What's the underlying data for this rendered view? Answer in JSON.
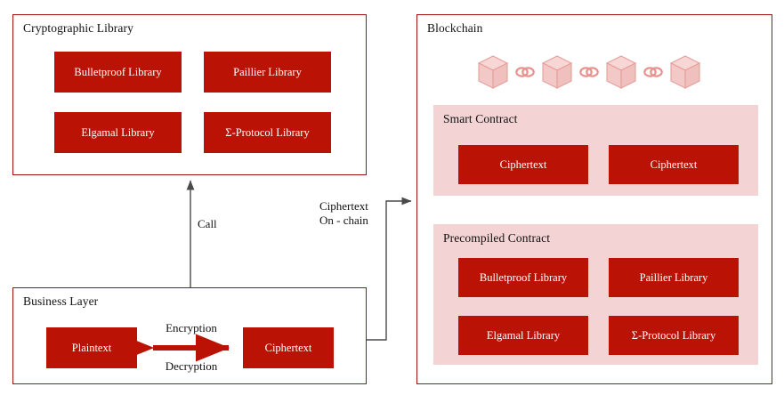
{
  "diagram": {
    "title": "Cryptographic library / blockchain architecture",
    "colors": {
      "box_red": "#BA1306",
      "panel_border": "#A01310",
      "pink_panel": "#F3D3D3",
      "cube_fill": "#F4CDCB",
      "cube_stroke": "#E79E9B",
      "arrow_dark": "#4A4A4A",
      "arrow_red": "#BA1306",
      "text_dark": "#111111",
      "text_light": "#FFFFFF"
    }
  },
  "crypto_library": {
    "title": "Cryptographic Library",
    "boxes": [
      {
        "label": "Bulletproof Library"
      },
      {
        "label": "Paillier Library"
      },
      {
        "label": "Elgamal Library"
      },
      {
        "label": "Σ-Protocol Library"
      }
    ]
  },
  "business_layer": {
    "title": "Business Layer",
    "boxes": [
      {
        "label": "Plaintext"
      },
      {
        "label": "Ciphertext"
      }
    ],
    "arrow_top_label": "Encryption",
    "arrow_bottom_label": "Decryption"
  },
  "blockchain": {
    "title": "Blockchain",
    "chain": {
      "block_count": 4,
      "link_count": 3,
      "block_icon": "cube-icon",
      "link_icon": "chain-link-icon"
    },
    "smart_contract": {
      "title": "Smart Contract",
      "boxes": [
        {
          "label": "Ciphertext"
        },
        {
          "label": "Ciphertext"
        }
      ]
    },
    "precompiled_contract": {
      "title": "Precompiled Contract",
      "boxes": [
        {
          "label": "Bulletproof Library"
        },
        {
          "label": "Paillier Library"
        },
        {
          "label": "Elgamal Library"
        },
        {
          "label": "Σ-Protocol Library"
        }
      ]
    }
  },
  "connectors": {
    "call": {
      "label": "Call"
    },
    "ciphertext_onchain": {
      "line1": "Ciphertext",
      "line2": "On - chain"
    }
  }
}
